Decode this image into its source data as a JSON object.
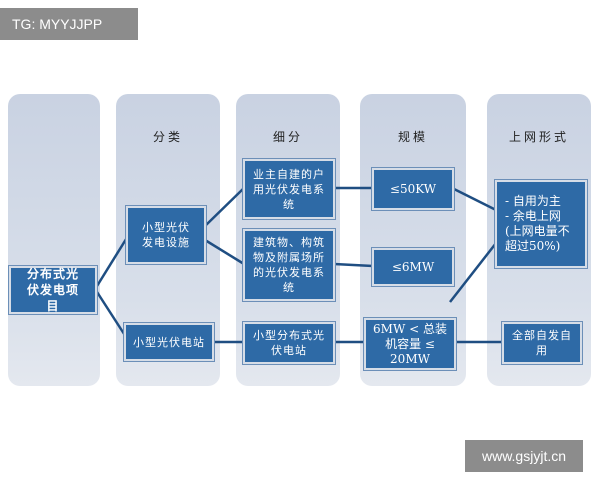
{
  "watermarks": {
    "top_left": "TG: MYYJJPP",
    "bottom_right": "www.gsjyjt.cn"
  },
  "headers": {
    "category": "分类",
    "subcategory": "细分",
    "scale": "规模",
    "grid_form": "上网形式"
  },
  "nodes": {
    "root": "分布式光伏发电项目",
    "small_pv_facility": "小型光伏发电设施",
    "small_pv_station": "小型光伏电站",
    "owner_self_built": "业主自建的户用光伏发电系统",
    "buildings_attached": "建筑物、构筑物及附属场所的光伏发电系统",
    "small_distributed": "小型分布式光伏电站",
    "scale_50kw": "≤50KW",
    "scale_6mw": "≤6MW",
    "scale_6_20mw": "6MW < 总装机容量 ≤ 20MW",
    "self_use_lines": [
      "- 自用为主",
      "- 余电上网",
      "(上网电量不",
      "超过50%)"
    ],
    "full_self_use": "全部自发自用"
  },
  "colors": {
    "node_fill": "#2e6aa6",
    "column_fill": "#c9d2e2",
    "connector": "#1f4e82"
  }
}
